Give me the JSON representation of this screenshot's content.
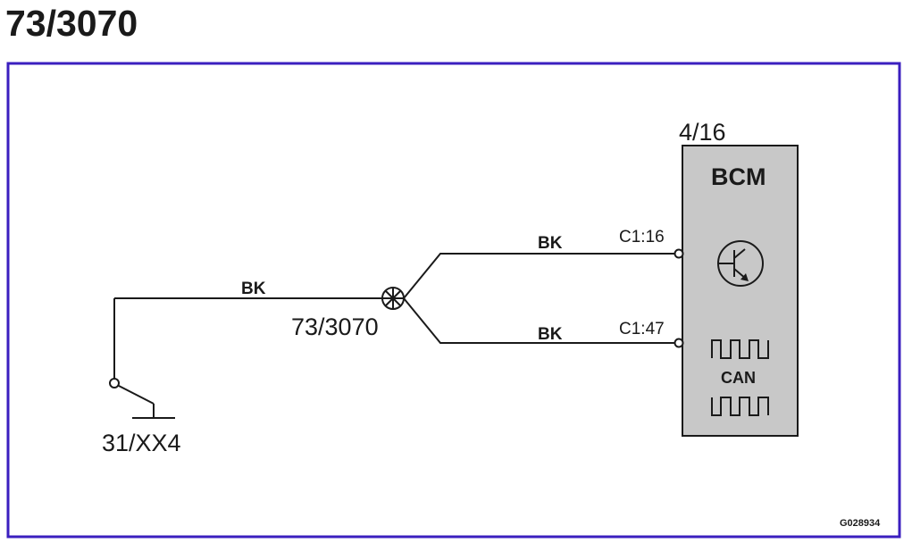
{
  "title": "73/3070",
  "diagram": {
    "splice_label": "73/3070",
    "ground_label": "31/XX4",
    "module": {
      "number": "4/16",
      "name": "BCM",
      "can_label": "CAN",
      "connector_top": "C1:16",
      "connector_bottom": "C1:47"
    },
    "wire_left": "BK",
    "wire_top": "BK",
    "wire_bottom": "BK",
    "figure_code": "G028934"
  },
  "colors": {
    "frame": "#3b1fbf",
    "module_fill": "#c8c8c8",
    "line": "#1a1a1a"
  }
}
